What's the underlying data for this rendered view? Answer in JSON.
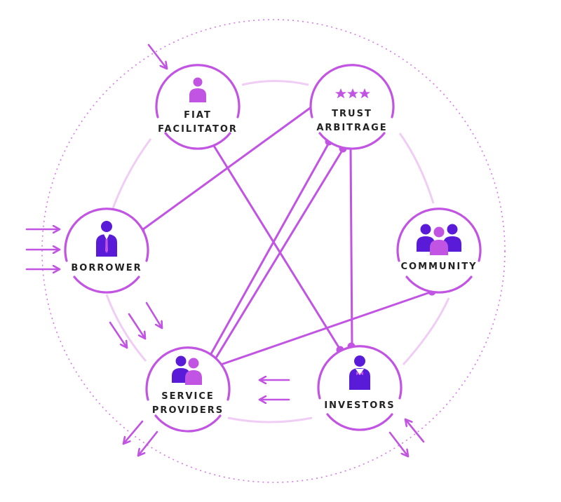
{
  "colors": {
    "primary": "#c154e3",
    "light_ring": "#f0cdf5",
    "dark_figure": "#5a1bd8",
    "light_figure": "#c154e3",
    "text": "#222222"
  },
  "nodes": [
    {
      "id": "fiat",
      "lines": [
        "FIAT",
        "FACILITATOR"
      ],
      "icon": "person-icon"
    },
    {
      "id": "trust",
      "lines": [
        "TRUST",
        "ARBITRAGE"
      ],
      "icon": "stars-icon"
    },
    {
      "id": "borrower",
      "lines": [
        "BORROWER"
      ],
      "icon": "businessman-icon"
    },
    {
      "id": "community",
      "lines": [
        "COMMUNITY"
      ],
      "icon": "group-icon"
    },
    {
      "id": "service",
      "lines": [
        "SERVICE",
        "PROVIDERS"
      ],
      "icon": "pair-icon"
    },
    {
      "id": "investors",
      "lines": [
        "INVESTORS"
      ],
      "icon": "investor-icon"
    }
  ],
  "connections": [
    {
      "from": "trust",
      "to": "borrower"
    },
    {
      "from": "fiat",
      "to": "investors"
    },
    {
      "from": "trust",
      "to": "service"
    },
    {
      "from": "trust",
      "to": "service"
    },
    {
      "from": "trust",
      "to": "investors"
    },
    {
      "from": "community",
      "to": "service"
    }
  ],
  "flows": [
    {
      "target": "fiat",
      "direction": "in",
      "count": 1
    },
    {
      "target": "borrower",
      "direction": "in",
      "count": 3
    },
    {
      "target": "service",
      "direction": "in",
      "count": 3
    },
    {
      "target": "service",
      "direction": "out",
      "count": 2
    },
    {
      "target": "investors",
      "direction": "out",
      "count": 2
    },
    {
      "target": "investors",
      "direction": "in",
      "count": 1
    }
  ]
}
